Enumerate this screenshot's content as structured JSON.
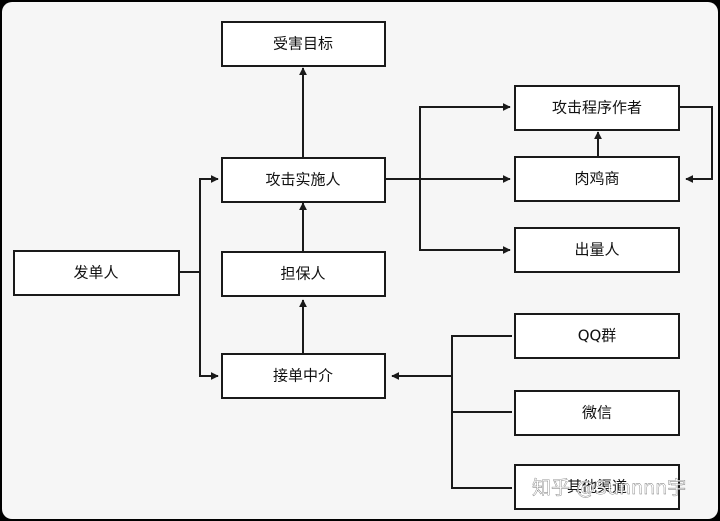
{
  "diagram": {
    "nodes": {
      "victim": "受害目标",
      "attacker": "攻击实施人",
      "client": "发单人",
      "guarantor": "担保人",
      "broker": "接单中介",
      "author": "攻击程序作者",
      "botnet": "肉鸡商",
      "traffic": "出量人",
      "qq": "QQ群",
      "wechat": "微信",
      "other": "其他渠道"
    },
    "watermark": "知乎 @Sunnnn宇"
  },
  "colors": {
    "canvas": "#f6f6f6",
    "box_fill": "#ffffff",
    "line": "#1a1a1a",
    "frame": "#000000"
  }
}
